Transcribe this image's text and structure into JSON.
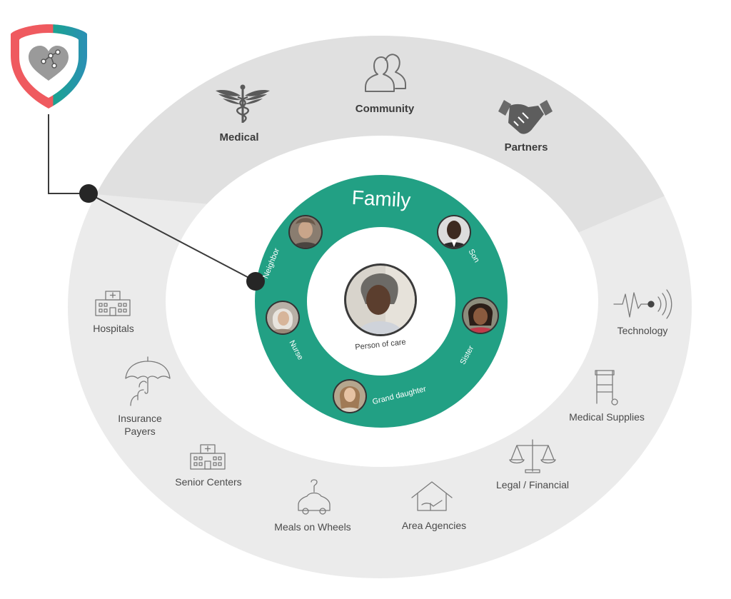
{
  "colors": {
    "outer_ring": "#ebebeb",
    "top_band": "#e0e0e0",
    "family_ring": "#22a084",
    "connector": "#2e2e2e",
    "label_dark": "#3c3c3c",
    "label_light": "#4a4a4a",
    "shield_left": "#ef5a5f",
    "shield_right": "#1aa391"
  },
  "family": {
    "title": "Family",
    "center_label": "Person of care",
    "members": [
      {
        "label": "Neighbor"
      },
      {
        "label": "Son"
      },
      {
        "label": "Nurse"
      },
      {
        "label": "Sister"
      },
      {
        "label": "Grand daughter"
      }
    ]
  },
  "top_categories": [
    {
      "label": "Medical",
      "icon": "caduceus-icon"
    },
    {
      "label": "Community",
      "icon": "people-icon"
    },
    {
      "label": "Partners",
      "icon": "handshake-icon"
    }
  ],
  "outer_items": [
    {
      "label": "Hospitals",
      "icon": "hospital-icon"
    },
    {
      "label": "Insurance",
      "label2": "Payers",
      "icon": "umbrella-person-icon"
    },
    {
      "label": "Senior Centers",
      "icon": "building-icon"
    },
    {
      "label": "Meals on Wheels",
      "icon": "car-icon"
    },
    {
      "label": "Area Agencies",
      "icon": "house-hands-icon"
    },
    {
      "label": "Legal / Financial",
      "icon": "scales-icon"
    },
    {
      "label": "Medical Supplies",
      "icon": "walker-icon"
    },
    {
      "label": "Technology",
      "icon": "signal-icon"
    }
  ]
}
